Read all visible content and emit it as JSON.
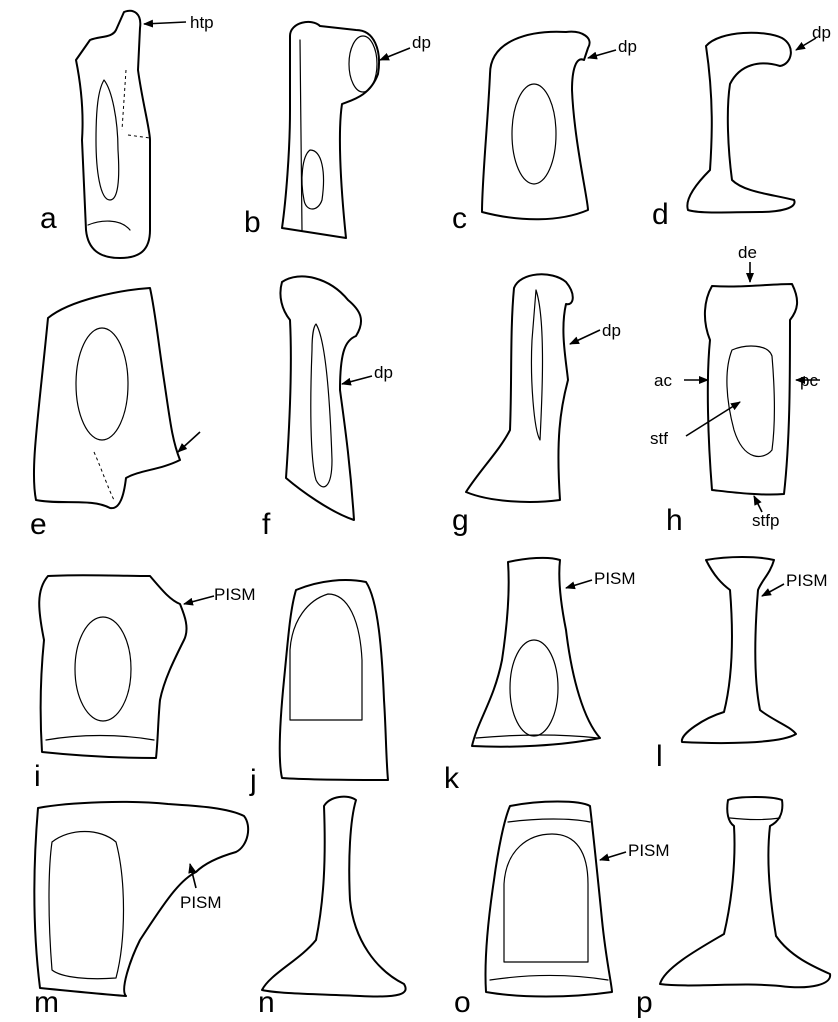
{
  "panels": [
    "a",
    "b",
    "c",
    "d",
    "e",
    "f",
    "g",
    "h",
    "i",
    "j",
    "k",
    "l",
    "m",
    "n",
    "o",
    "p"
  ],
  "annotations": {
    "htp": "htp",
    "dp": "dp",
    "de": "de",
    "ac": "ac",
    "pc": "pc",
    "stf": "stf",
    "stfp": "stfp",
    "pism": "PISM"
  },
  "colors": {
    "line": "#000000",
    "background": "#ffffff"
  }
}
